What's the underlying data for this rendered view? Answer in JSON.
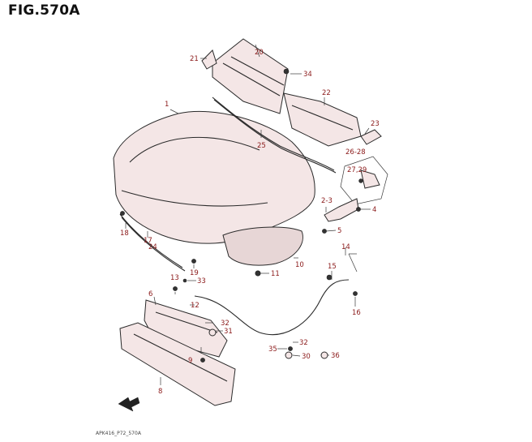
{
  "figure": {
    "title": "FIG.570A",
    "footer_code": "APK416_P72_570A"
  },
  "parts": [
    {
      "ref": "1"
    },
    {
      "ref": "2-3"
    },
    {
      "ref": "4"
    },
    {
      "ref": "5"
    },
    {
      "ref": "6"
    },
    {
      "ref": "8"
    },
    {
      "ref": "9"
    },
    {
      "ref": "10"
    },
    {
      "ref": "11"
    },
    {
      "ref": "12"
    },
    {
      "ref": "13"
    },
    {
      "ref": "14"
    },
    {
      "ref": "15"
    },
    {
      "ref": "16"
    },
    {
      "ref": "17"
    },
    {
      "ref": "18"
    },
    {
      "ref": "19"
    },
    {
      "ref": "20"
    },
    {
      "ref": "21"
    },
    {
      "ref": "22"
    },
    {
      "ref": "23"
    },
    {
      "ref": "24"
    },
    {
      "ref": "25"
    },
    {
      "ref": "26-28"
    },
    {
      "ref": "27,29"
    },
    {
      "ref": "30"
    },
    {
      "ref": "31"
    },
    {
      "ref": "32"
    },
    {
      "ref": "32"
    },
    {
      "ref": "33"
    },
    {
      "ref": "34"
    },
    {
      "ref": "35"
    },
    {
      "ref": "36"
    }
  ],
  "colors": {
    "label": "#8b1a1a",
    "part_fill": "#f4e6e6",
    "line": "#2a2a2a"
  },
  "icons": {
    "direction_arrow": "front-direction-arrow-icon"
  }
}
